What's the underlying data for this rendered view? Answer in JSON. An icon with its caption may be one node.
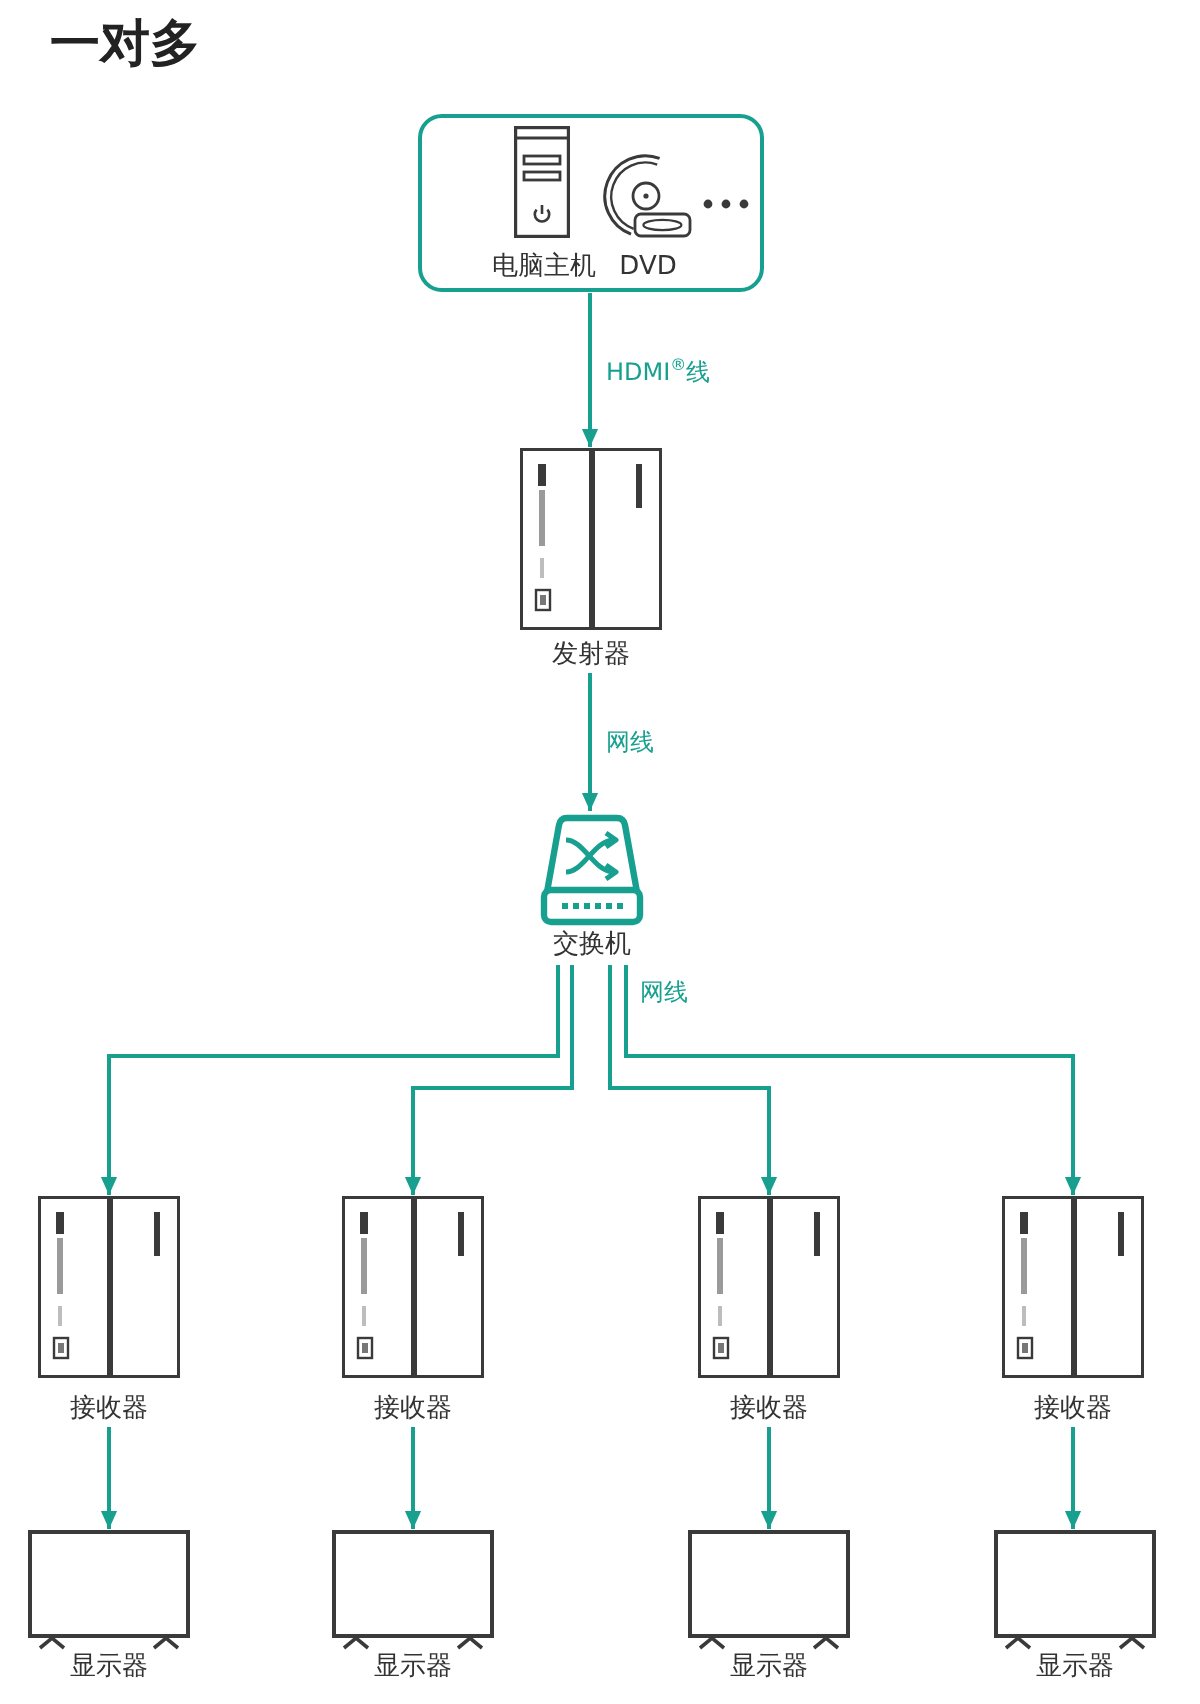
{
  "diagram": {
    "title": "一对多",
    "nodes": [
      {
        "text": [],
        "shape": "box"
      },
      {
        "text": [
          "电脑主机"
        ],
        "in": 0
      },
      {
        "text": [
          "DVD"
        ],
        "in": 0
      },
      {
        "text": [
          "发射器"
        ]
      },
      {
        "text": [
          "交换机"
        ]
      },
      {
        "text": [
          "接收器"
        ]
      },
      {
        "text": [
          "接收器"
        ]
      },
      {
        "text": [
          "接收器"
        ]
      },
      {
        "text": [
          "接收器"
        ]
      },
      {
        "text": [
          "显示器"
        ]
      },
      {
        "text": [
          "显示器"
        ]
      },
      {
        "text": [
          "显示器"
        ]
      },
      {
        "text": [
          "显示器"
        ]
      }
    ],
    "edges": [
      {
        "from": 0,
        "to": 3,
        "arrow": "to",
        "label": "HDMI$^{®}$线"
      },
      {
        "from": 3,
        "to": 4,
        "arrow": "to",
        "label": "网线"
      },
      {
        "from": 4,
        "to": 5,
        "arrow": "to"
      },
      {
        "from": 4,
        "to": 6,
        "arrow": "to"
      },
      {
        "from": 4,
        "to": 7,
        "arrow": "to"
      },
      {
        "from": 4,
        "to": 8,
        "arrow": "to",
        "label": "网线"
      },
      {
        "from": 5,
        "to": 9,
        "arrow": "to"
      },
      {
        "from": 6,
        "to": 10,
        "arrow": "to"
      },
      {
        "from": 7,
        "to": 11,
        "arrow": "to"
      },
      {
        "from": 8,
        "to": 12,
        "arrow": "to"
      }
    ]
  }
}
